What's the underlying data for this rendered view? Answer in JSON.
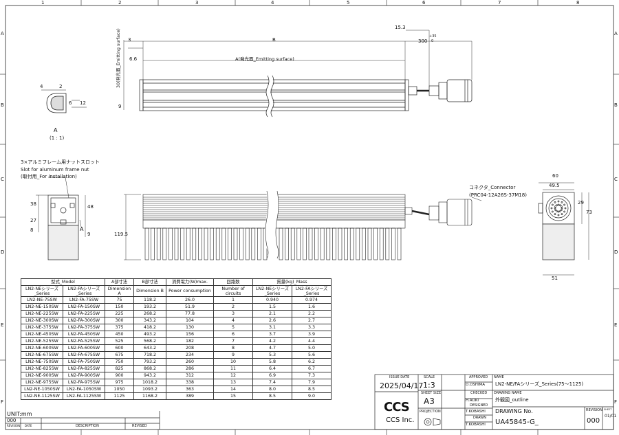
{
  "sheet": {
    "col_refs": [
      "1",
      "2",
      "3",
      "4",
      "5",
      "6",
      "7",
      "8"
    ],
    "row_refs": [
      "A",
      "B",
      "C",
      "D",
      "E",
      "F"
    ]
  },
  "drawing": {
    "dim_3": "3",
    "dim_B": "B",
    "dim_15_3": "15.3",
    "dim_300": "300",
    "tol_plus": "+35",
    "tol_zero": "0",
    "dim_6_6": "6.6",
    "dim_A_emit": "A(発光面_Emitting surface)",
    "dim_30_emit": "30(発光面_Emitting surface)",
    "dim_9": "9",
    "dim_4": "4",
    "dim_2": "2",
    "dim_6": "6",
    "dim_12": "12",
    "detail_label": "A",
    "detail_scale": "(1 : 1)",
    "note_slot_jp": "3×アルミフレーム用ナットスロット",
    "note_slot_en": "Slot for aluminum frame nut",
    "note_install": "(取付用_For installation)",
    "dim_38": "38",
    "dim_27": "27",
    "dim_8": "8",
    "dim_48": "48",
    "dim_9b": "9",
    "side_A": "A",
    "dim_119_5": "119.5",
    "connector_label": "コネクタ_Connector",
    "connector_part": "(PRC04-12A26S-37M18)",
    "dim_60": "60",
    "dim_49_5": "49.5",
    "dim_29": "29",
    "dim_73": "73",
    "dim_51": "51"
  },
  "spec_table": {
    "h_model": "型式_Model",
    "h_dimA": "A部寸法",
    "h_dimB": "B部寸法",
    "h_power": "消費電力(W)max.",
    "h_circuits": "回路数",
    "h_mass": "質量(kg)_Mass",
    "h_ne": "LN2-NEシリーズ _Series",
    "h_fa": "LN2-FAシリーズ _Series",
    "h_dimA_en": "Dimension A",
    "h_dimB_en": "Dimension B",
    "h_power_en": "Power consumption",
    "h_circuits_en": "Number of circuits",
    "h_mass_ne": "LN2-NEシリーズ _Series",
    "h_mass_fa": "LN2-FAシリーズ _Series",
    "rows": [
      [
        "LN2-NE-75SW",
        "LN2-FA-75SW",
        "75",
        "118.2",
        "26.0",
        "1",
        "0.940",
        "0.974"
      ],
      [
        "LN2-NE-150SW",
        "LN2-FA-150SW",
        "150",
        "193.2",
        "51.9",
        "2",
        "1.5",
        "1.6"
      ],
      [
        "LN2-NE-225SW",
        "LN2-FA-225SW",
        "225",
        "268.2",
        "77.8",
        "3",
        "2.1",
        "2.2"
      ],
      [
        "LN2-NE-300SW",
        "LN2-FA-300SW",
        "300",
        "343.2",
        "104",
        "4",
        "2.6",
        "2.7"
      ],
      [
        "LN2-NE-375SW",
        "LN2-FA-375SW",
        "375",
        "418.2",
        "130",
        "5",
        "3.1",
        "3.3"
      ],
      [
        "LN2-NE-450SW",
        "LN2-FA-450SW",
        "450",
        "493.2",
        "156",
        "6",
        "3.7",
        "3.9"
      ],
      [
        "LN2-NE-525SW",
        "LN2-FA-525SW",
        "525",
        "568.2",
        "182",
        "7",
        "4.2",
        "4.4"
      ],
      [
        "LN2-NE-600SW",
        "LN2-FA-600SW",
        "600",
        "643.2",
        "208",
        "8",
        "4.7",
        "5.0"
      ],
      [
        "LN2-NE-675SW",
        "LN2-FA-675SW",
        "675",
        "718.2",
        "234",
        "9",
        "5.3",
        "5.6"
      ],
      [
        "LN2-NE-750SW",
        "LN2-FA-750SW",
        "750",
        "793.2",
        "260",
        "10",
        "5.8",
        "6.2"
      ],
      [
        "LN2-NE-825SW",
        "LN2-FA-825SW",
        "825",
        "868.2",
        "286",
        "11",
        "6.4",
        "6.7"
      ],
      [
        "LN2-NE-900SW",
        "LN2-FA-900SW",
        "900",
        "943.2",
        "312",
        "12",
        "6.9",
        "7.3"
      ],
      [
        "LN2-NE-975SW",
        "LN2-FA-975SW",
        "975",
        "1018.2",
        "338",
        "13",
        "7.4",
        "7.9"
      ],
      [
        "LN2-NE-1050SW",
        "LN2-FA-1050SW",
        "1050",
        "1093.2",
        "363",
        "14",
        "8.0",
        "8.5"
      ],
      [
        "LN2-NE-1125SW",
        "LN2-FA-1125SW",
        "1125",
        "1168.2",
        "389",
        "15",
        "8.5",
        "9.0"
      ]
    ]
  },
  "title_block": {
    "unit": "UNIT:mm",
    "revision_no": "000",
    "rev_h_revision": "REVISION",
    "rev_h_date": "DATE",
    "rev_h_description": "DESCRIPTION",
    "rev_h_revised": "REVISED",
    "issue_date_label": "ISSUE DATE",
    "issue_date": "2025/04/17",
    "scale_label": "SCALE",
    "scale": "1:3",
    "approved_label": "APPROVED",
    "approved": "D.OSHIMA",
    "checked_label": "CHECKED",
    "checked": "H.AOKI",
    "sheet_size_label": "SHEET SIZE",
    "sheet_size": "A3",
    "designed_label": "DESIGNED",
    "designed": "T.KOBASHI",
    "projection_label": "PROJECTION",
    "drawn_label": "DRAWN",
    "drawn": "T.KOBASHI",
    "name_label": "NAME",
    "name": "LN2-NE/FAシリーズ_Series(75〜1125)",
    "drawing_name_label": "DRAWING NAME",
    "drawing_name": "外観図_outline",
    "drawing_no_label": "DRAWING No.",
    "drawing_no": "UA45845-G_",
    "revision_label": "REVISION",
    "revision": "000",
    "sheet_label": "SHEET",
    "sheet_of": "01/01",
    "logo_text": "CCS",
    "company": "CCS Inc."
  }
}
